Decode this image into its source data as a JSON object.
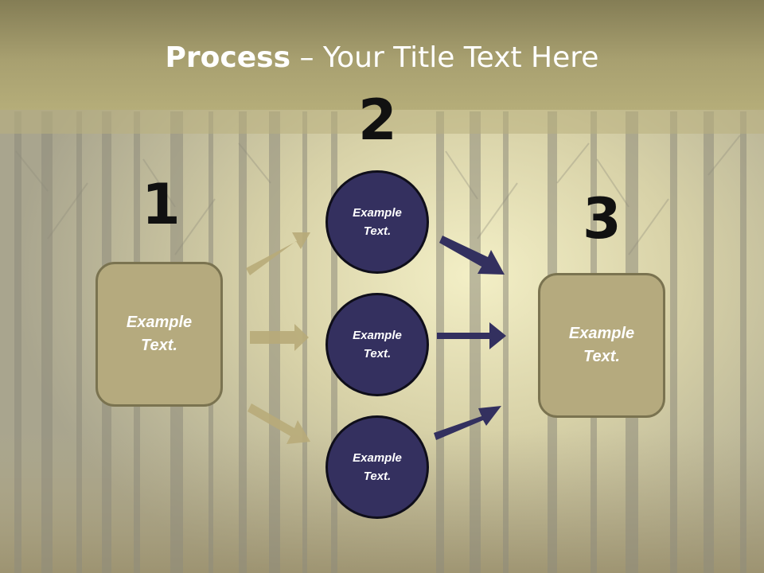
{
  "slide": {
    "title_bold": "Process",
    "title_rest": " – Your Title Text Here"
  },
  "steps": {
    "one": "1",
    "two": "2",
    "three": "3"
  },
  "boxes": {
    "left": {
      "line1": "Example",
      "line2": "Text."
    },
    "right": {
      "line1": "Example",
      "line2": "Text."
    }
  },
  "circles": [
    {
      "line1": "Example",
      "line2": "Text."
    },
    {
      "line1": "Example",
      "line2": "Text."
    },
    {
      "line1": "Example",
      "line2": "Text."
    }
  ],
  "colors": {
    "title_band": "#a8a070",
    "box_fill": "#b5aa7e",
    "circle_fill": "#34305f",
    "left_arrow": "#b8ab79",
    "right_arrow": "#33305f"
  }
}
